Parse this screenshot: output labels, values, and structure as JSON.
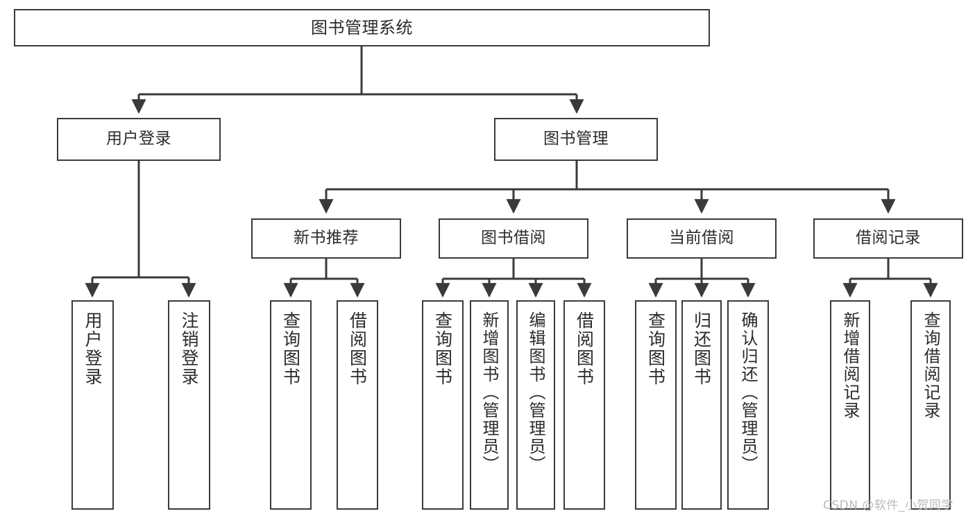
{
  "diagram": {
    "title": "图书管理系统",
    "type": "tree",
    "watermark": "CSDN @软件_小贺同学",
    "colors": {
      "background": "#ffffff",
      "box_border": "#3a3a3a",
      "text": "#2b2b2b",
      "edge": "#3a3a3a",
      "watermark": "#b9b9b9"
    },
    "root": {
      "label": "图书管理系统"
    },
    "level2": [
      {
        "label": "用户登录"
      },
      {
        "label": "图书管理"
      }
    ],
    "level3": [
      {
        "label": "新书推荐"
      },
      {
        "label": "图书借阅"
      },
      {
        "label": "当前借阅"
      },
      {
        "label": "借阅记录"
      }
    ],
    "leaves": {
      "user_login": [
        {
          "label": "用户登录"
        },
        {
          "label": "注销登录"
        }
      ],
      "new_book_recommend": [
        {
          "label": "查询图书"
        },
        {
          "label": "借阅图书"
        }
      ],
      "book_borrow": [
        {
          "label": "查询图书"
        },
        {
          "label": "新增图书（管理员）"
        },
        {
          "label": "编辑图书（管理员）"
        },
        {
          "label": "借阅图书"
        }
      ],
      "current_borrow": [
        {
          "label": "查询图书"
        },
        {
          "label": "归还图书"
        },
        {
          "label": "确认归还（管理员）"
        }
      ],
      "borrow_record": [
        {
          "label": "新增借阅记录"
        },
        {
          "label": "查询借阅记录"
        }
      ]
    }
  }
}
